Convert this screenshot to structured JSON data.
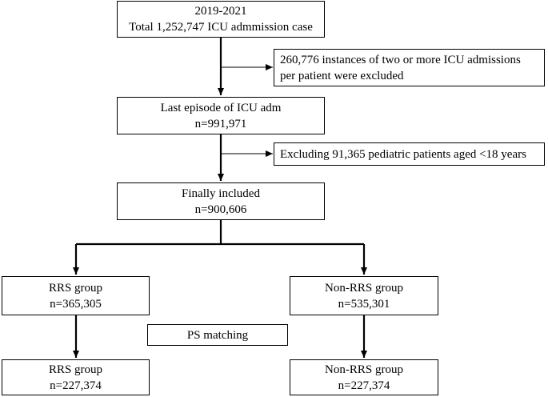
{
  "flowchart": {
    "start": {
      "line1": "2019-2021",
      "line2": "Total 1,252,747 ICU admmission case"
    },
    "exclusion1": {
      "line1": "260,776 instances of two or more ICU admissions",
      "line2": "per patient were excluded"
    },
    "last_episode": {
      "line1": "Last episode of ICU adm",
      "line2": "n=991,971"
    },
    "exclusion2": {
      "line1": "Excluding 91,365 pediatric patients aged <18 years"
    },
    "final": {
      "line1": "Finally included",
      "line2": "n=900,606"
    },
    "rrs_group": {
      "line1": "RRS group",
      "line2": "n=365,305"
    },
    "non_rrs_group": {
      "line1": "Non-RRS group",
      "line2": "n=535,301"
    },
    "ps_matching": {
      "label": "PS matching"
    },
    "rrs_matched": {
      "line1": "RRS group",
      "line2": "n=227,374"
    },
    "non_rrs_matched": {
      "line1": "Non-RRS group",
      "line2": "n=227,374"
    }
  }
}
